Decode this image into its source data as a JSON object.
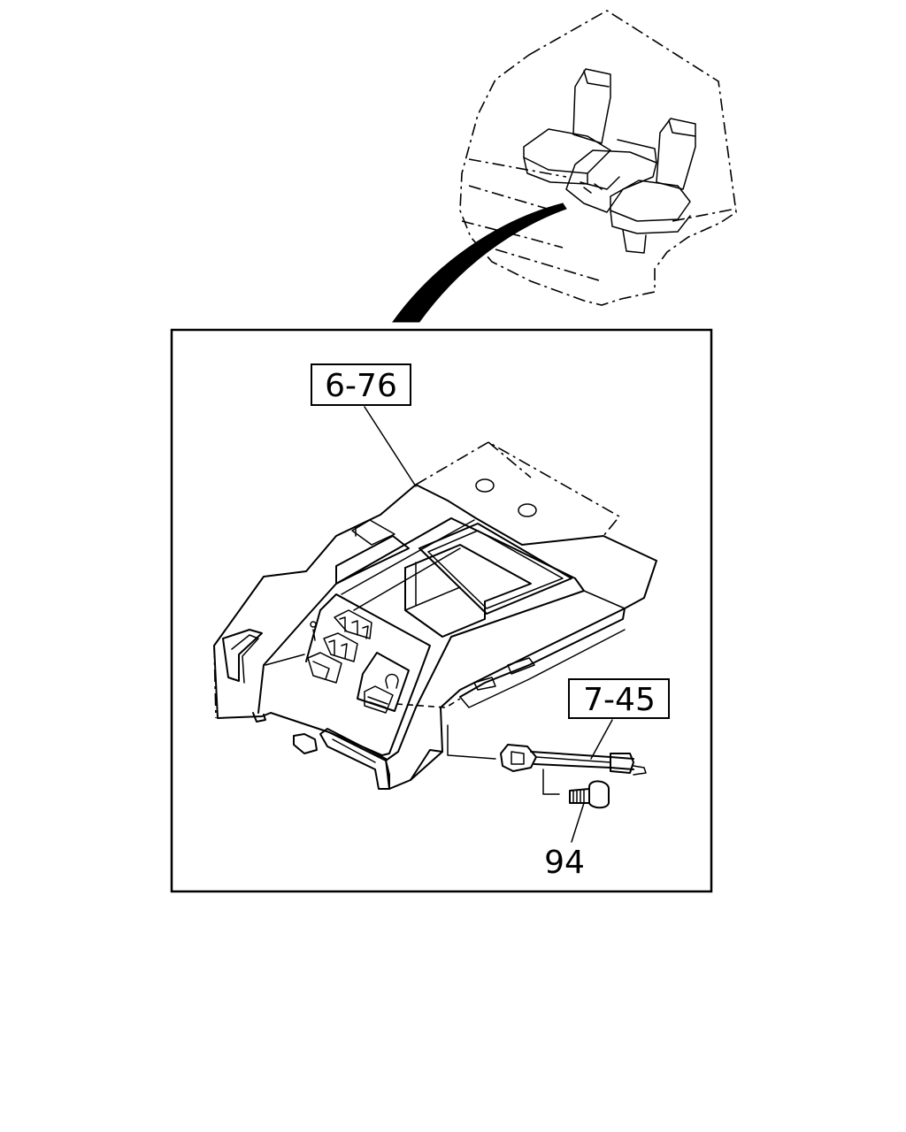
{
  "callouts": {
    "console_ref": "6-76",
    "cable_ref": "7-45",
    "bolt_ref": "94"
  }
}
